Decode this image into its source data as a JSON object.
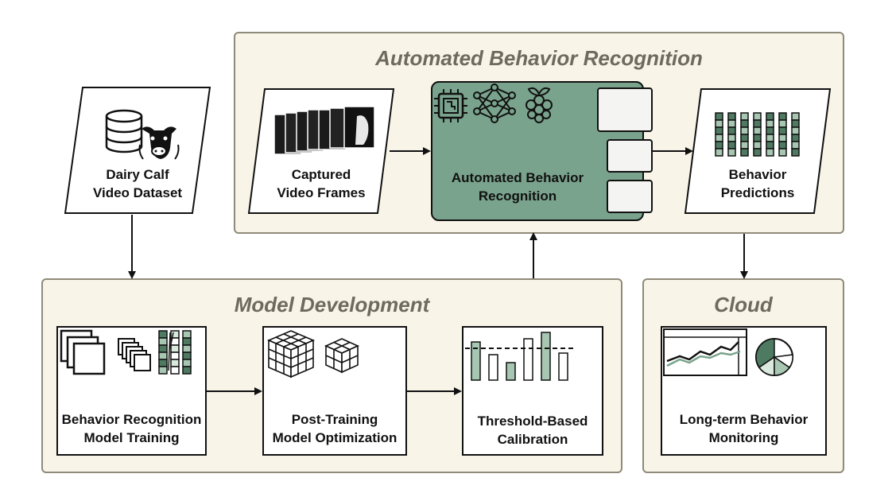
{
  "panels": {
    "recognition": "Automated Behavior Recognition",
    "development": "Model Development",
    "cloud": "Cloud"
  },
  "nodes": {
    "dataset": {
      "line1": "Dairy Calf",
      "line2": "Video Dataset"
    },
    "frames": {
      "line1": "Captured",
      "line2": "Video Frames"
    },
    "engine": {
      "line1": "Automated Behavior",
      "line2": "Recognition"
    },
    "predictions": {
      "line1": "Behavior",
      "line2": "Predictions"
    },
    "training": {
      "line1": "Behavior Recognition",
      "line2": "Model Training"
    },
    "optimization": {
      "line1": "Post-Training",
      "line2": "Model Optimization"
    },
    "calibration": {
      "line1": "Threshold-Based",
      "line2": "Calibration"
    },
    "monitoring": {
      "line1": "Long-term Behavior",
      "line2": "Monitoring"
    }
  },
  "icons": {
    "dataset": [
      "database-icon",
      "cow-head-icon"
    ],
    "frames": [
      "video-frames-stack-icon"
    ],
    "engine": [
      "processor-chip-icon",
      "neural-network-icon",
      "raspberry-pi-icon"
    ],
    "predictions": [
      "prediction-columns-icon"
    ],
    "training": [
      "layered-squares-icon",
      "feature-maps-icon",
      "stacked-columns-icon"
    ],
    "optimization": [
      "cube-grid-icon"
    ],
    "calibration": [
      "threshold-bars-icon"
    ],
    "monitoring": [
      "line-chart-icon",
      "pie-chart-icon"
    ]
  },
  "colors": {
    "panel_fill": "#f8f4e8",
    "panel_border": "#8f8a7a",
    "panel_title": "#6e6a5c",
    "engine_fill": "#79a38c",
    "accent_dark": "#4e7a62",
    "accent_light": "#d9e9dd"
  }
}
